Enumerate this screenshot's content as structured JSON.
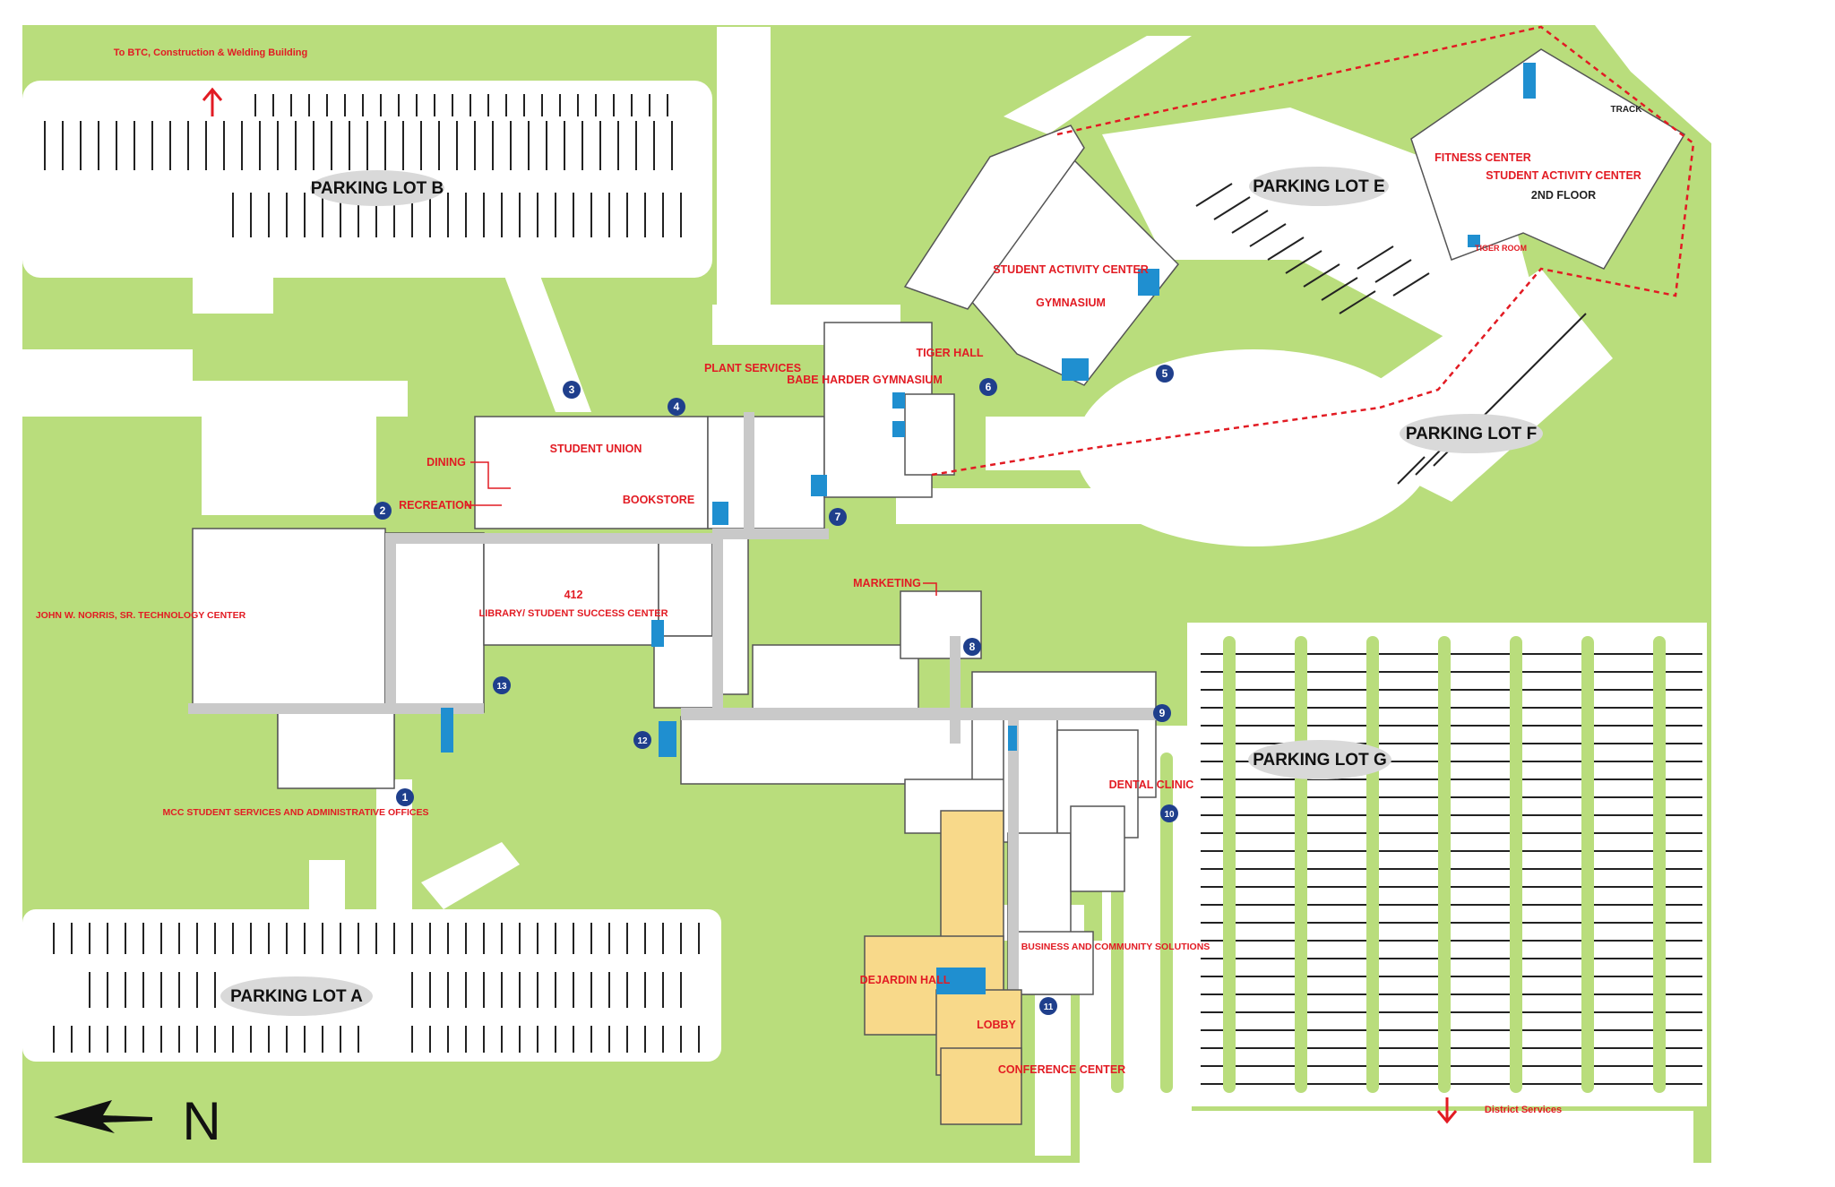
{
  "map": {
    "colors": {
      "grass": "#b9dd7c",
      "road": "#ffffff",
      "building": "#ffffff",
      "building_outline": "#555555",
      "corridor": "#c9c9c9",
      "yellow_building": "#f8d98a",
      "elevator_blue": "#1f8fd0",
      "marker_blue": "#1f3f8c",
      "label_red": "#e21b23",
      "lot_label_bg": "#d9d9d9",
      "red_dashed": "#e21b23"
    },
    "parking_lots": {
      "a": "PARKING LOT A",
      "b": "PARKING LOT B",
      "e": "PARKING LOT E",
      "f": "PARKING LOT F",
      "g": "PARKING LOT G"
    },
    "buildings": {
      "student_union": "STUDENT UNION",
      "dining": "DINING",
      "recreation": "RECREATION",
      "bookstore": "BOOKSTORE",
      "plant_services": "PLANT SERVICES",
      "babe_harder": "BABE HARDER GYMNASIUM",
      "tiger_hall": "TIGER HALL",
      "sac": "STUDENT ACTIVITY CENTER",
      "gymnasium": "GYMNASIUM",
      "fitness_center": "FITNESS CENTER",
      "sac_2nd": "STUDENT ACTIVITY CENTER",
      "second_floor": "2ND FLOOR",
      "track": "TRACK",
      "tiger_room": "TIGER ROOM",
      "norris": "JOHN W. NORRIS, SR. TECHNOLOGY CENTER",
      "library_num": "412",
      "library": "LIBRARY/ STUDENT SUCCESS CENTER",
      "marketing": "MARKETING",
      "mcc": "MCC STUDENT SERVICES AND ADMINISTRATIVE OFFICES",
      "dental": "DENTAL CLINIC",
      "business": "BUSINESS AND COMMUNITY SOLUTIONS",
      "dejardin": "DEJARDIN HALL",
      "lobby": "LOBBY",
      "conference": "CONFERENCE CENTER"
    },
    "notes": {
      "btc": "To BTC, Construction & Welding Building",
      "district": "District Services"
    },
    "compass": {
      "letter": "N"
    },
    "markers": [
      "1",
      "2",
      "3",
      "4",
      "5",
      "6",
      "7",
      "8",
      "9",
      "10",
      "11",
      "12",
      "13"
    ]
  }
}
